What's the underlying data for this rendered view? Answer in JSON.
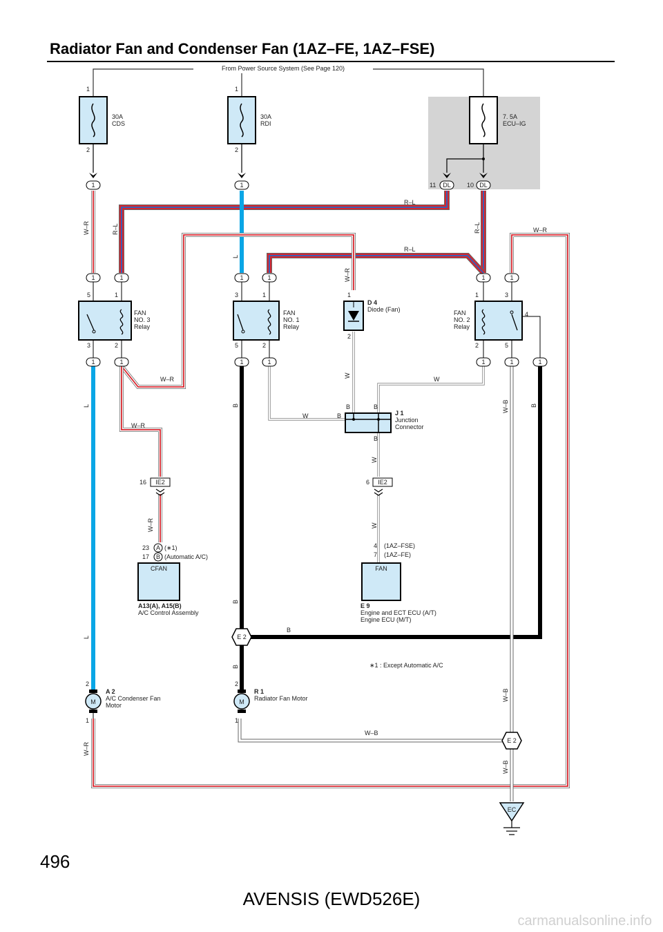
{
  "page": {
    "title": "Radiator Fan and Condenser Fan (1AZ–FE, 1AZ–FSE)",
    "page_number": "496",
    "footer": "AVENSIS (EWD526E)",
    "watermark": "carmanualsonline.info"
  },
  "diagram": {
    "power_source": "From Power Source System (See Page 120)",
    "fuses": {
      "cds": {
        "rating": "30A",
        "name": "CDS",
        "pin_top": "1",
        "pin_bottom": "2"
      },
      "rdi": {
        "rating": "30A",
        "name": "RDI",
        "pin_top": "1",
        "pin_bottom": "2"
      },
      "ecuig": {
        "rating": "7. 5A",
        "name": "ECU–IG"
      }
    },
    "connectors": {
      "dl11": {
        "pin": "11",
        "code": "DL"
      },
      "dl10": {
        "pin": "10",
        "code": "DL"
      },
      "one": "1",
      "ie2_16": {
        "pin": "16",
        "code": "IE2"
      },
      "ie2_6": {
        "pin": "6",
        "code": "IE2"
      },
      "a23": {
        "pin": "23",
        "code": "A",
        "note": "(∗1)"
      },
      "b17": {
        "pin": "17",
        "code": "B",
        "note": "(Automatic A/C)"
      },
      "fan_pin_fse": {
        "pin": "4",
        "note": "(1AZ–FSE)"
      },
      "fan_pin_fe": {
        "pin": "7",
        "note": "(1AZ–FE)"
      }
    },
    "wires": {
      "w_r": "W–R",
      "r_l": "R–L",
      "l": "L",
      "b": "B",
      "w": "W",
      "w_b": "W–B"
    },
    "relays": {
      "fan3": {
        "line1": "FAN",
        "line2": "NO. 3",
        "line3": "Relay",
        "pins": [
          "5",
          "1",
          "3",
          "2"
        ]
      },
      "fan1": {
        "line1": "FAN",
        "line2": "NO. 1",
        "line3": "Relay",
        "pins": [
          "3",
          "1",
          "5",
          "2"
        ]
      },
      "fan2": {
        "line1": "FAN",
        "line2": "NO. 2",
        "line3": "Relay",
        "pins": [
          "1",
          "3",
          "4",
          "2",
          "5"
        ]
      }
    },
    "diode": {
      "code": "D 4",
      "name": "Diode (Fan)",
      "pin_top": "1",
      "pin_bottom": "2"
    },
    "junction": {
      "code": "J 1",
      "line1": "Junction",
      "line2": "Connector"
    },
    "ac_control": {
      "box_label": "CFAN",
      "code": "A13(A), A15(B)",
      "name": "A/C Control Assembly"
    },
    "ecu": {
      "box_label": "FAN",
      "code": "E 9",
      "name1": "Engine and ECT ECU (A/T)",
      "name2": "Engine ECU (M/T)"
    },
    "condenser_motor": {
      "code": "A 2",
      "name1": "A/C Condenser Fan",
      "name2": "Motor",
      "symbol": "M",
      "pin_top": "2",
      "pin_bottom": "1"
    },
    "radiator_motor": {
      "code": "R 1",
      "name": "Radiator Fan Motor",
      "symbol": "M",
      "pin_top": "2",
      "pin_bottom": "1"
    },
    "grounds": {
      "e2": "E 2",
      "ec": "EC"
    },
    "footnote": "∗1 : Except Automatic A/C"
  }
}
